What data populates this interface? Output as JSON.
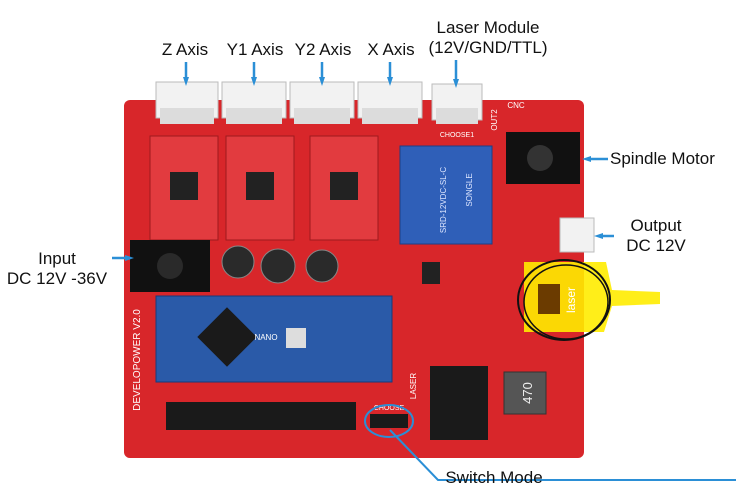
{
  "labels": {
    "z_axis": "Z Axis",
    "y1_axis": "Y1 Axis",
    "y2_axis": "Y2 Axis",
    "x_axis": "X Axis",
    "laser_module_line1": "Laser Module",
    "laser_module_line2": "(12V/GND/TTL)",
    "spindle_motor": "Spindle Motor",
    "output_line1": "Output",
    "output_line2": "DC 12V",
    "input_line1": "Input",
    "input_line2": "DC 12V -36V",
    "switch_mode": "Switch Mode"
  },
  "board_text": {
    "brand": "DEVELOPOWER V2.0",
    "laser_vertical": "laser",
    "nano": "NANO",
    "choose_top": "CHOOSE1",
    "choose_bottom": "CHOOSE",
    "inductor": "470",
    "cnc": "CNC",
    "out2": "OUT2",
    "laser_small": "LASER",
    "relay_brand": "SONGLE",
    "relay_spec": "SRD-12VDC-SL-C"
  },
  "colors": {
    "arrow": "#2b8fd6",
    "board": "#d8262a",
    "driver": "#e23b3f",
    "nano": "#2a5aa8",
    "relay": "#2f5fb8",
    "highlight": "#ffec00"
  }
}
